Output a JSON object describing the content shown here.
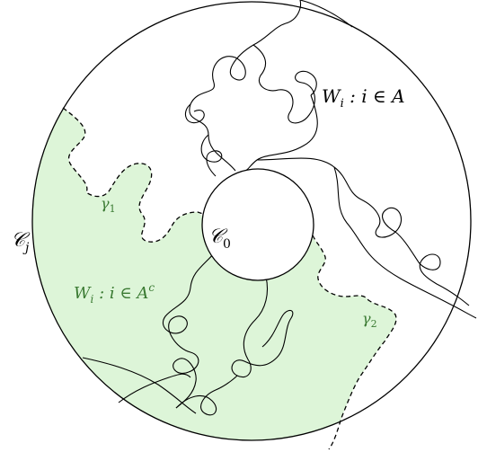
{
  "labels": {
    "outer_circle": "𝒞",
    "outer_circle_sub": "j",
    "inner_circle": "𝒞",
    "inner_circle_sub": "0",
    "walks_A_W": "W",
    "walks_A_sub": "i",
    "walks_A_rest": " : i ∈ A",
    "walks_Ac_W": "W",
    "walks_Ac_sub": "i",
    "walks_Ac_rest": " : i ∈ A",
    "walks_Ac_sup": "c",
    "gamma1": "γ",
    "gamma1_sub": "1",
    "gamma2": "γ",
    "gamma2_sub": "2"
  },
  "colors": {
    "region_fill": "#ddf5d8",
    "stroke": "#000000",
    "green_text": "#3a7a32"
  }
}
